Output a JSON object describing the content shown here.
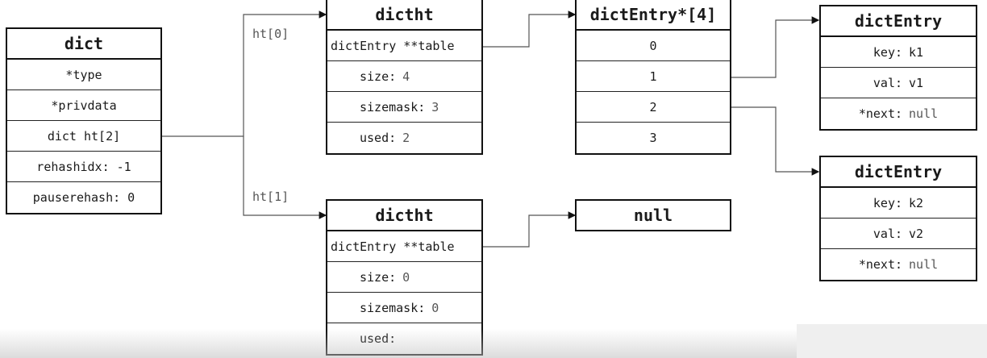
{
  "dict": {
    "title": "dict",
    "fields": [
      "*type",
      "*privdata",
      "dict ht[2]",
      "rehashidx: -1",
      "pauserehash: 0"
    ]
  },
  "labels": {
    "ht0": "ht[0]",
    "ht1": "ht[1]"
  },
  "dictht0": {
    "title": "dictht",
    "table": "dictEntry **table",
    "fields": [
      {
        "key": "size:",
        "value": "4"
      },
      {
        "key": "sizemask:",
        "value": "3"
      },
      {
        "key": "used:",
        "value": "2"
      }
    ]
  },
  "dictht1": {
    "title": "dictht",
    "table": "dictEntry **table",
    "fields": [
      {
        "key": "size:",
        "value": "0"
      },
      {
        "key": "sizemask:",
        "value": "0"
      },
      {
        "key": "used:",
        "value": ""
      }
    ]
  },
  "array": {
    "title": "dictEntry*[4]",
    "cells": [
      "0",
      "1",
      "2",
      "3"
    ]
  },
  "null_box": {
    "title": "null"
  },
  "entry1": {
    "title": "dictEntry",
    "fields": [
      {
        "key": "key:",
        "value": "k1"
      },
      {
        "key": "val:",
        "value": "v1"
      },
      {
        "key": "*next:",
        "value": "null"
      }
    ]
  },
  "entry2": {
    "title": "dictEntry",
    "fields": [
      {
        "key": "key:",
        "value": "k2"
      },
      {
        "key": "val:",
        "value": "v2"
      },
      {
        "key": "*next:",
        "value": "null"
      }
    ]
  }
}
